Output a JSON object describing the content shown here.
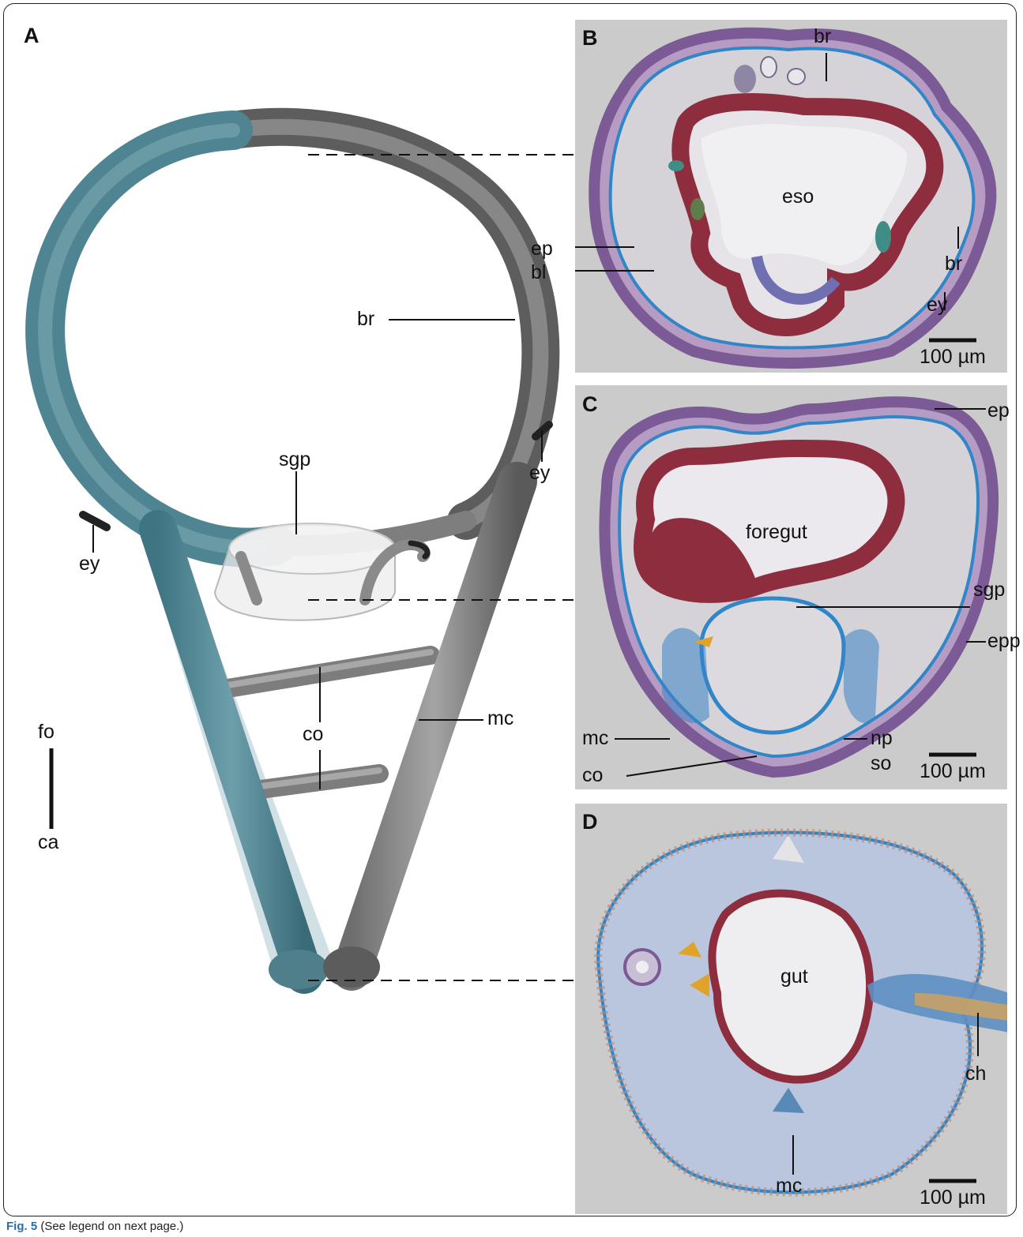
{
  "figure": {
    "caption_label": "Fig. 5",
    "caption_text": "(See legend on next page.)"
  },
  "panel_a": {
    "letter": "A",
    "labels": {
      "br": "br",
      "sgp": "sgp",
      "ey_left": "ey",
      "ey_right": "ey",
      "co": "co",
      "mc": "mc"
    },
    "orientation": {
      "top": "fo",
      "bottom": "ca"
    }
  },
  "panel_b": {
    "letter": "B",
    "labels": {
      "br_top": "br",
      "br_right": "br",
      "eso": "eso",
      "ep": "ep",
      "bl": "bl",
      "ey": "ey"
    },
    "scalebar": "100 µm"
  },
  "panel_c": {
    "letter": "C",
    "labels": {
      "ep": "ep",
      "foregut": "foregut",
      "sgp": "sgp",
      "epp": "epp",
      "mc": "mc",
      "np": "np",
      "co": "co",
      "so": "so"
    },
    "scalebar": "100 µm"
  },
  "panel_d": {
    "letter": "D",
    "labels": {
      "gut": "gut",
      "ch": "ch",
      "mc": "mc"
    },
    "scalebar": "100 µm"
  },
  "colors": {
    "teal_nerve": "#4f8592",
    "grey_nerve": "#8a8a8a",
    "panel_bg": "#cbcbcb",
    "stain_red": "#8e2d3e",
    "stain_blue": "#2f86c9",
    "stain_purple": "#8a6fa8",
    "stain_yellow": "#e0a32a"
  }
}
